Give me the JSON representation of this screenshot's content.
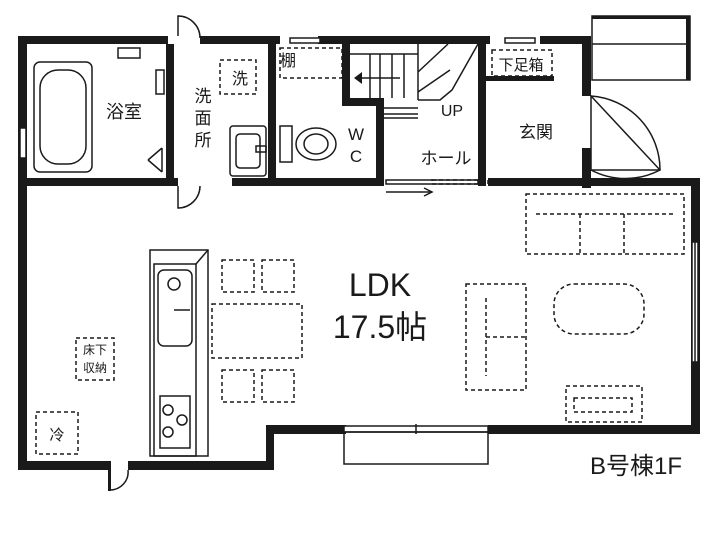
{
  "plan": {
    "building_label": "B号棟1F",
    "ldk": {
      "name": "LDK",
      "size": "17.5帖"
    },
    "rooms": {
      "bath": "浴室",
      "washroom": [
        "洗",
        "面",
        "所"
      ],
      "washer": "洗",
      "shelf": "棚",
      "wc": [
        "W",
        "C"
      ],
      "up": "UP",
      "hall": "ホール",
      "shoe_box": "下足箱",
      "entrance": "玄関",
      "underfloor": [
        "床下",
        "収納"
      ],
      "fridge": "冷"
    }
  }
}
